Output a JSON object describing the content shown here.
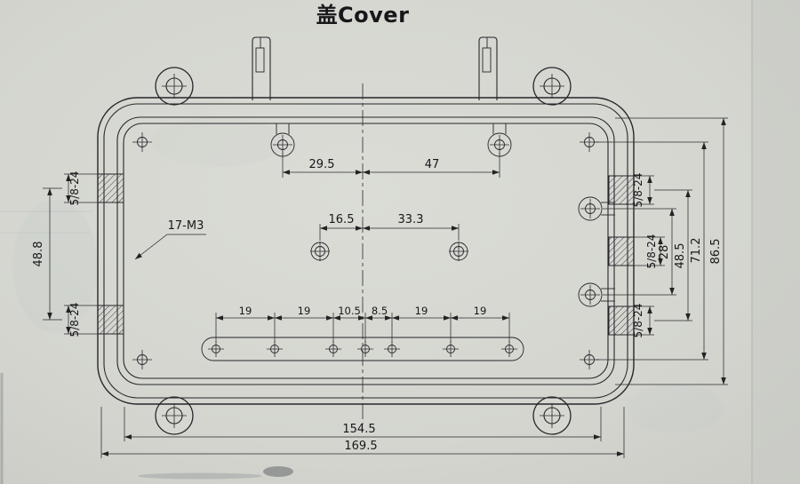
{
  "meta": {
    "paper_color": "#d6d7d1",
    "ink_color": "#26262a"
  },
  "title": "盖Cover",
  "callout": {
    "hole_count_spec": "17-M3"
  },
  "dims": {
    "top": [
      "29.5",
      "47"
    ],
    "mid": [
      "16.5",
      "33.3"
    ],
    "bottom_pitch": [
      "19",
      "19",
      "10.5",
      "8.5",
      "19",
      "19"
    ],
    "bottom_overall": [
      "154.5",
      "169.5"
    ],
    "left": [
      "48.8"
    ],
    "right": [
      "28",
      "48.5",
      "71.2",
      "86.5"
    ],
    "thread_left": [
      "5/8-24",
      "5/8-24"
    ],
    "thread_right": [
      "5/8-24",
      "5/8-24",
      "5/8-24"
    ]
  }
}
